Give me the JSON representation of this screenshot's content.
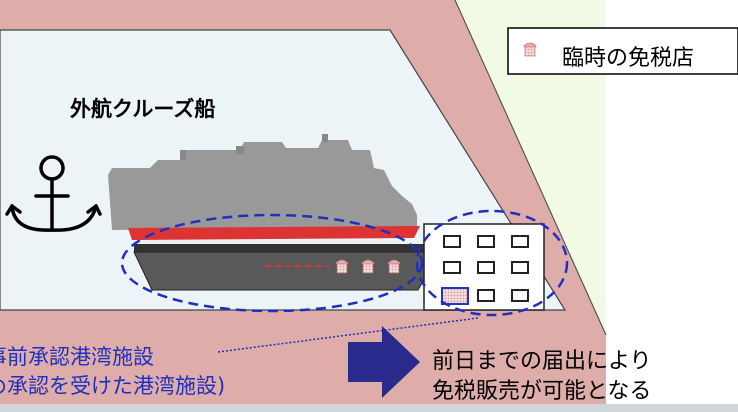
{
  "labels": {
    "ship_name": "外航クルーズ船",
    "legend_label": "臨時の免税店",
    "facility_name": "事前承認港湾施設",
    "facility_note": "め承認を受けた港湾施設)",
    "result_line1": "前日までの届出により",
    "result_line2": "免税販売が可能となる"
  },
  "icons": {
    "legend": "shop-icon",
    "anchor": "anchor-icon",
    "arrow": "right-arrow-icon"
  },
  "colors": {
    "land": "#f2fae6",
    "quay": "#deadaa",
    "water": "#ecf4f8",
    "ship_hull": "#999999",
    "ship_red": "#dd3333",
    "pier": "#595959",
    "highlight_ellipse": "#1f2fc0",
    "arrow": "#2a2a8c",
    "facility_text": "#1f2fc0"
  }
}
